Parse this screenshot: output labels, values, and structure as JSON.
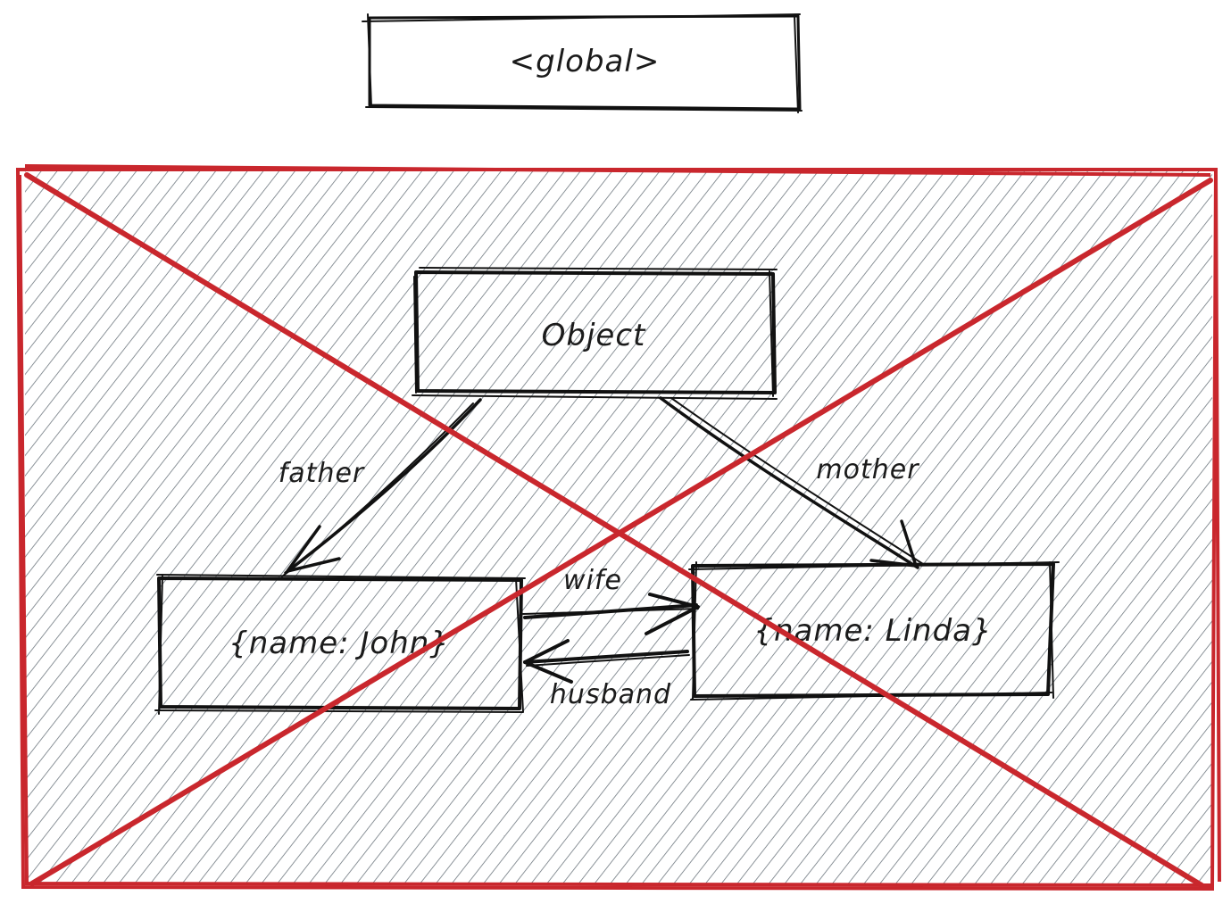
{
  "diagram": {
    "global_label": "<global>",
    "nodes": {
      "object": "Object",
      "john": "{name: John}",
      "linda": "{name: Linda}"
    },
    "edges": {
      "father": "father",
      "mother": "mother",
      "wife": "wife",
      "husband": "husband"
    }
  },
  "colors": {
    "cross": "#c9272d",
    "hatch": "#6f7880",
    "ink": "#111111"
  }
}
